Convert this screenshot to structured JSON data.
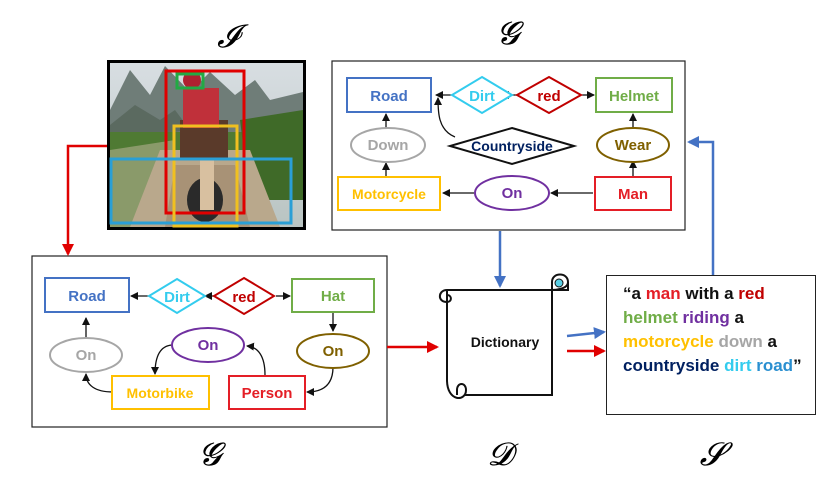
{
  "symbols": {
    "image": "𝓘",
    "graph_top": "𝓖",
    "graph_bottom": "𝓖",
    "dictionary": "𝓓",
    "sentence": "𝓢"
  },
  "top_graph": {
    "road": "Road",
    "dirt": "Dirt",
    "red": "red",
    "helmet": "Helmet",
    "down": "Down",
    "countryside": "Countryside",
    "wear": "Wear",
    "motorcycle": "Motorcycle",
    "on": "On",
    "man": "Man"
  },
  "bottom_graph": {
    "road": "Road",
    "dirt": "Dirt",
    "red": "red",
    "hat": "Hat",
    "on_left": "On",
    "on_mid": "On",
    "on_right": "On",
    "motorbike": "Motorbike",
    "person": "Person"
  },
  "dictionary_label": "Dictionary",
  "caption": {
    "open_quote": "“a ",
    "man": "man",
    "with_a": " with a ",
    "red": "red",
    "helmet": "helmet",
    "riding": "riding",
    "a2": " a ",
    "motorcycle": "motorcycle",
    "down": "down",
    "a3": " a ",
    "countryside": "countryside",
    "dirt": "dirt",
    "road": "road",
    "close_quote": "”"
  },
  "colors": {
    "road": "#4472c4",
    "dirt": "#33ccee",
    "red": "#c00000",
    "green": "#70ad47",
    "gray": "#a6a6a6",
    "navy": "#002060",
    "olive": "#7f6000",
    "yellow": "#ffc000",
    "purple": "#7030a0",
    "man": "#e41e26",
    "arrow_red": "#e00000",
    "arrow_blue": "#4472c4"
  }
}
